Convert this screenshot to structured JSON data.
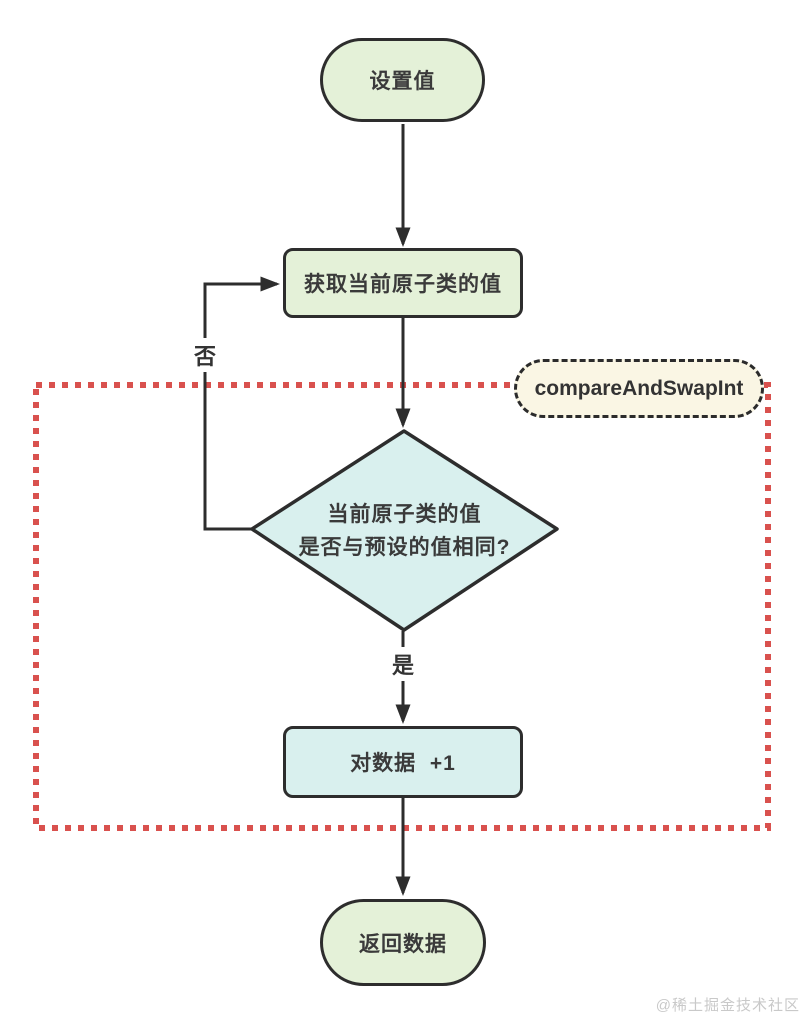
{
  "flowchart": {
    "nodes": {
      "start": {
        "label": "设置值"
      },
      "get_value": {
        "label": "获取当前原子类的值"
      },
      "decision": {
        "line1": "当前原子类的值",
        "line2": "是否与预设的值相同?"
      },
      "increment": {
        "label": "对数据  +1"
      },
      "end": {
        "label": "返回数据"
      }
    },
    "edges": {
      "no_label": "否",
      "yes_label": "是"
    },
    "annotation": {
      "label": "compareAndSwapInt"
    },
    "colors": {
      "node_green": "#e4f1d8",
      "node_cyan": "#d9f0ee",
      "annotation_bg": "#faf6e4",
      "line_dark": "#2d2d2d",
      "region_red": "#d9514e",
      "text": "#3a3a3a",
      "watermark": "#c9c9c9"
    },
    "watermark": "@稀土掘金技术社区"
  }
}
